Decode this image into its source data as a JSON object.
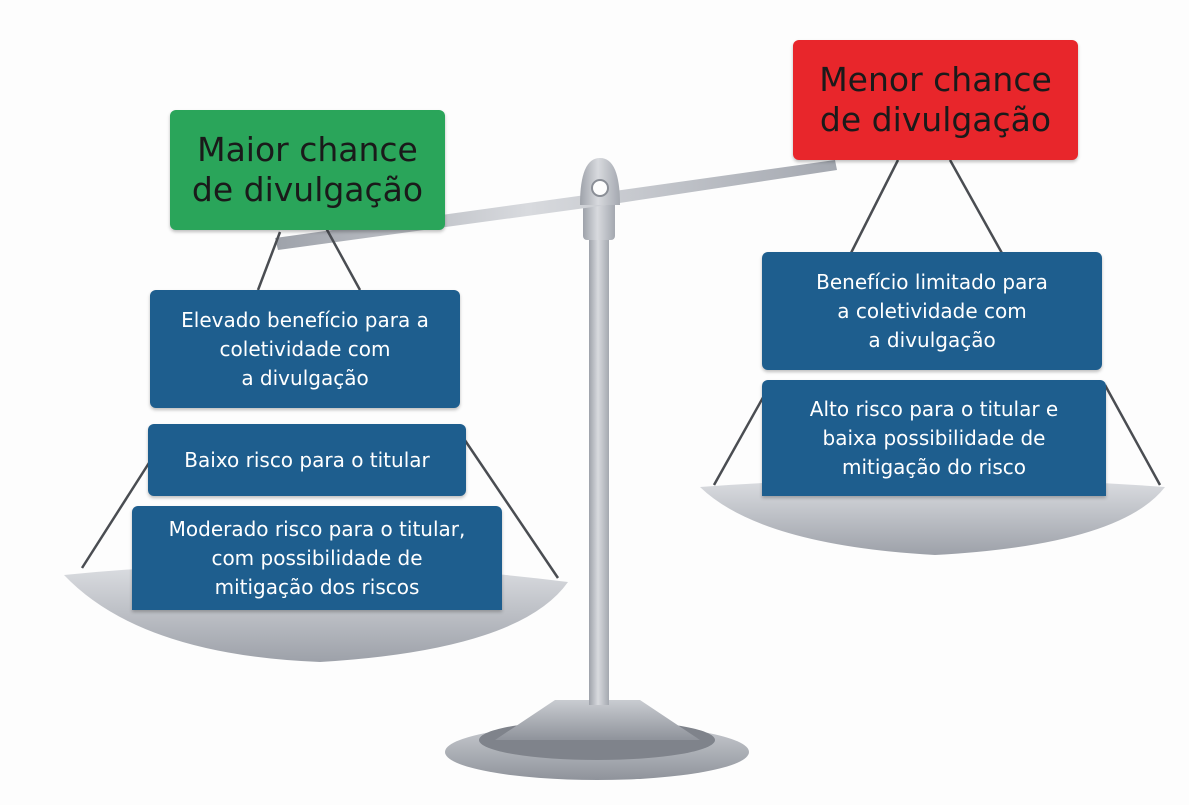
{
  "colors": {
    "positive_header": "#2aa55a",
    "negative_header": "#e8262b",
    "item_box": "#1e5e8e",
    "scale_metal": "#b9bcc3"
  },
  "left_side": {
    "header": "Maior chance\nde divulgação",
    "items": [
      "Elevado benefício para a\ncoletividade com\na divulgação",
      "Baixo risco para o titular",
      "Moderado risco para o titular,\ncom possibilidade de\nmitigação dos riscos"
    ]
  },
  "right_side": {
    "header": "Menor chance\nde divulgação",
    "items": [
      "Benefício limitado para\na coletividade com\na divulgação",
      "Alto risco para o titular e\nbaixa possibilidade de\nmitigação do risco"
    ]
  }
}
